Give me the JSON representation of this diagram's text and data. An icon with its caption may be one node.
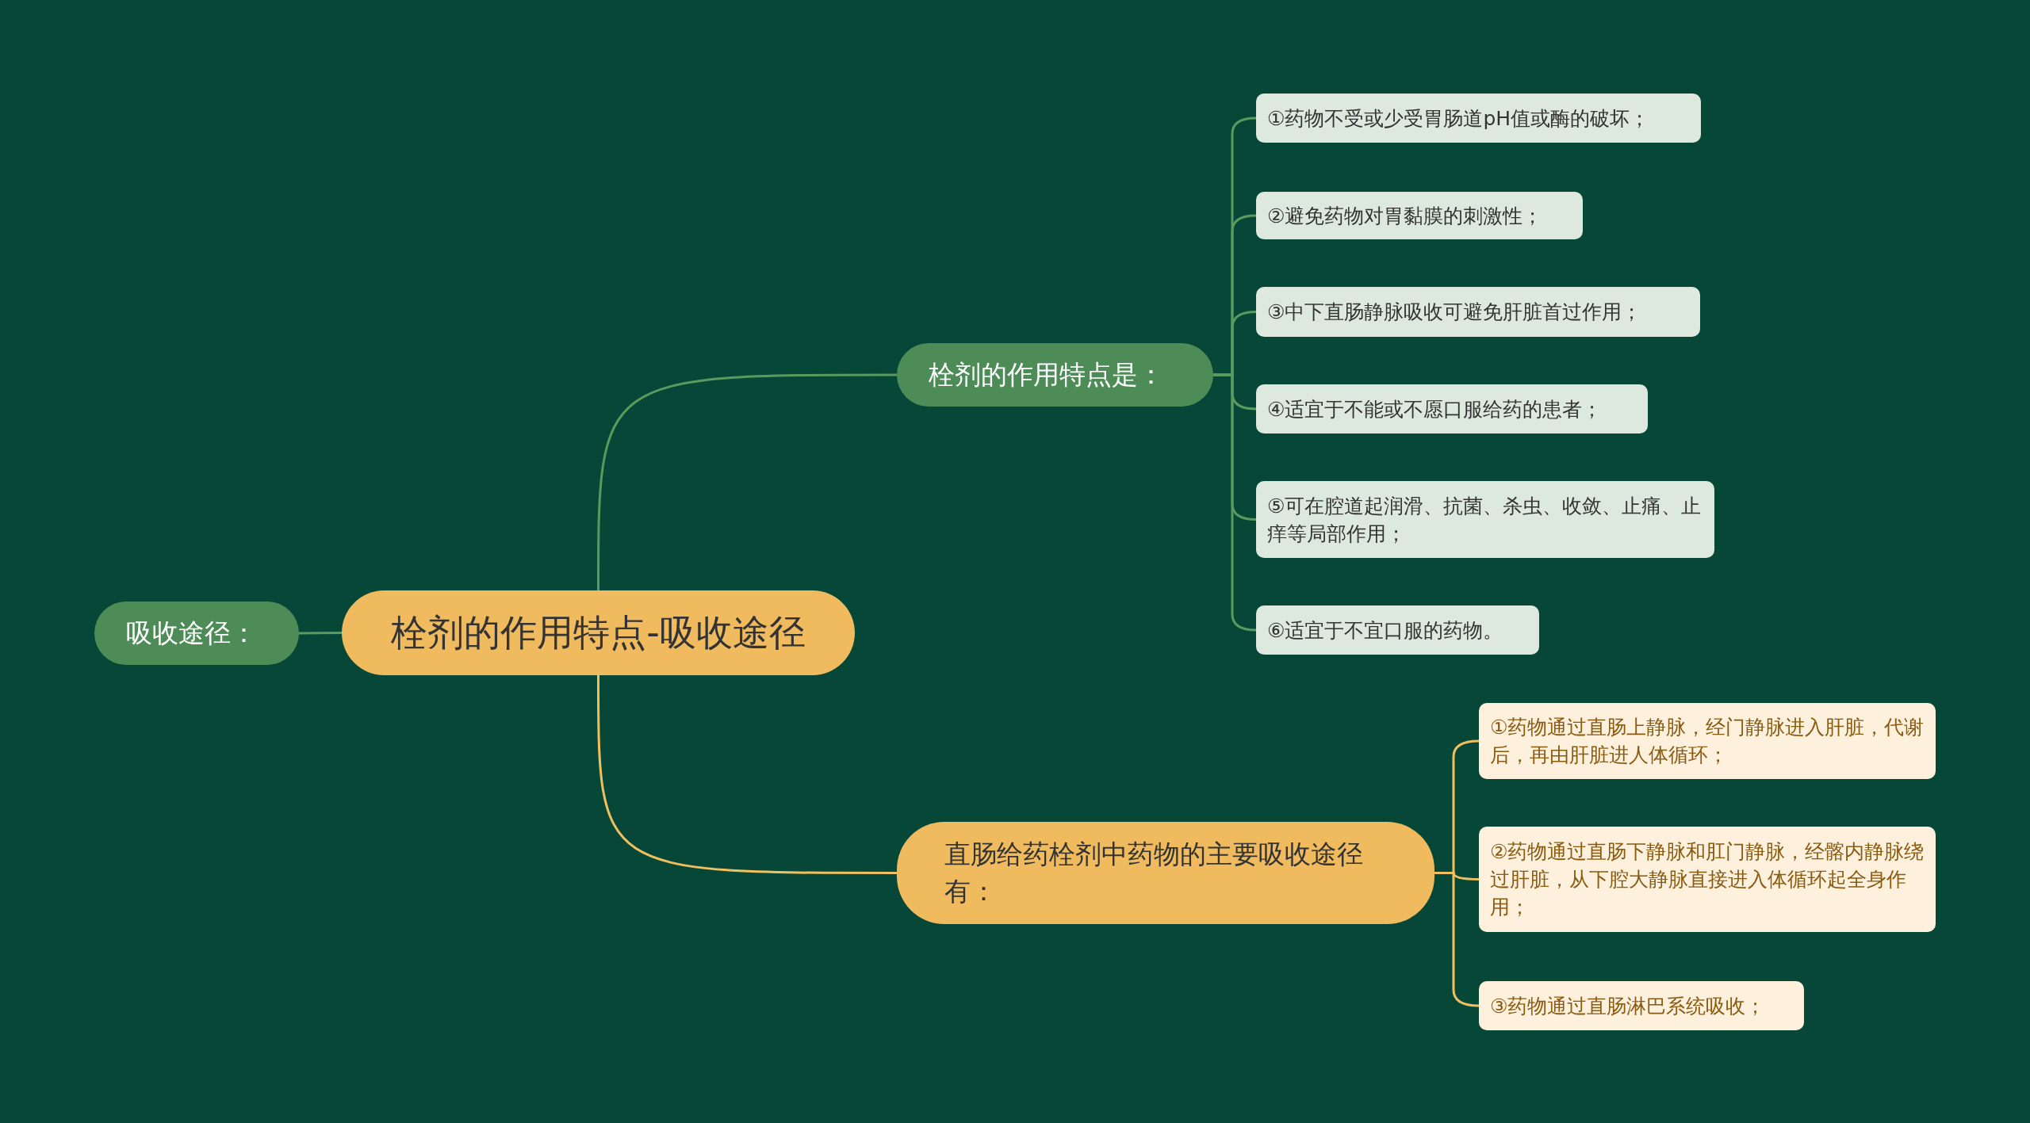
{
  "diagram": {
    "nodes": [
      {
        "text": [
          "栓剂的作用特点-吸收途径"
        ]
      },
      {
        "text": [
          "吸收途径："
        ]
      },
      {
        "text": [
          "栓剂的作用特点是："
        ]
      },
      {
        "text": [
          "①药物不受或少受胃肠道pH值或酶的破坏；"
        ]
      },
      {
        "text": [
          "②避免药物对胃黏膜的刺激性；"
        ]
      },
      {
        "text": [
          "③中下直肠静脉吸收可避免肝脏首过作用；"
        ]
      },
      {
        "text": [
          "④适宜于不能或不愿口服给药的患者；"
        ]
      },
      {
        "text": [
          "⑤可在腔道起润滑、抗菌、杀虫、收敛、止痛、止痒等局部作用；"
        ]
      },
      {
        "text": [
          "⑥适宜于不宜口服的药物。"
        ]
      },
      {
        "text": [
          "直肠给药栓剂中药物的主要吸收途径有："
        ]
      },
      {
        "text": [
          "①药物通过直肠上静脉，经门静脉进入肝脏，代谢后，再由肝脏进人体循环；"
        ]
      },
      {
        "text": [
          "②药物通过直肠下静脉和肛门静脉，经髂内静脉绕过肝脏，从下腔大静脉直接进入体循环起全身作用；"
        ]
      },
      {
        "text": [
          "③药物通过直肠淋巴系统吸收；"
        ]
      }
    ],
    "edges": [
      {
        "from": 0,
        "to": 1,
        "arrow": "none"
      },
      {
        "from": 0,
        "to": 2,
        "arrow": "none"
      },
      {
        "from": 2,
        "to": 3,
        "arrow": "none"
      },
      {
        "from": 2,
        "to": 4,
        "arrow": "none"
      },
      {
        "from": 2,
        "to": 5,
        "arrow": "none"
      },
      {
        "from": 2,
        "to": 6,
        "arrow": "none"
      },
      {
        "from": 2,
        "to": 7,
        "arrow": "none"
      },
      {
        "from": 2,
        "to": 8,
        "arrow": "none"
      },
      {
        "from": 0,
        "to": 9,
        "arrow": "none",
        "color": "#f0c060"
      },
      {
        "from": 9,
        "to": 10,
        "arrow": "none",
        "color": "#f0c060"
      },
      {
        "from": 9,
        "to": 11,
        "arrow": "none",
        "color": "#f0c060"
      },
      {
        "from": 9,
        "to": 12,
        "arrow": "none",
        "color": "#f0c060"
      }
    ]
  }
}
